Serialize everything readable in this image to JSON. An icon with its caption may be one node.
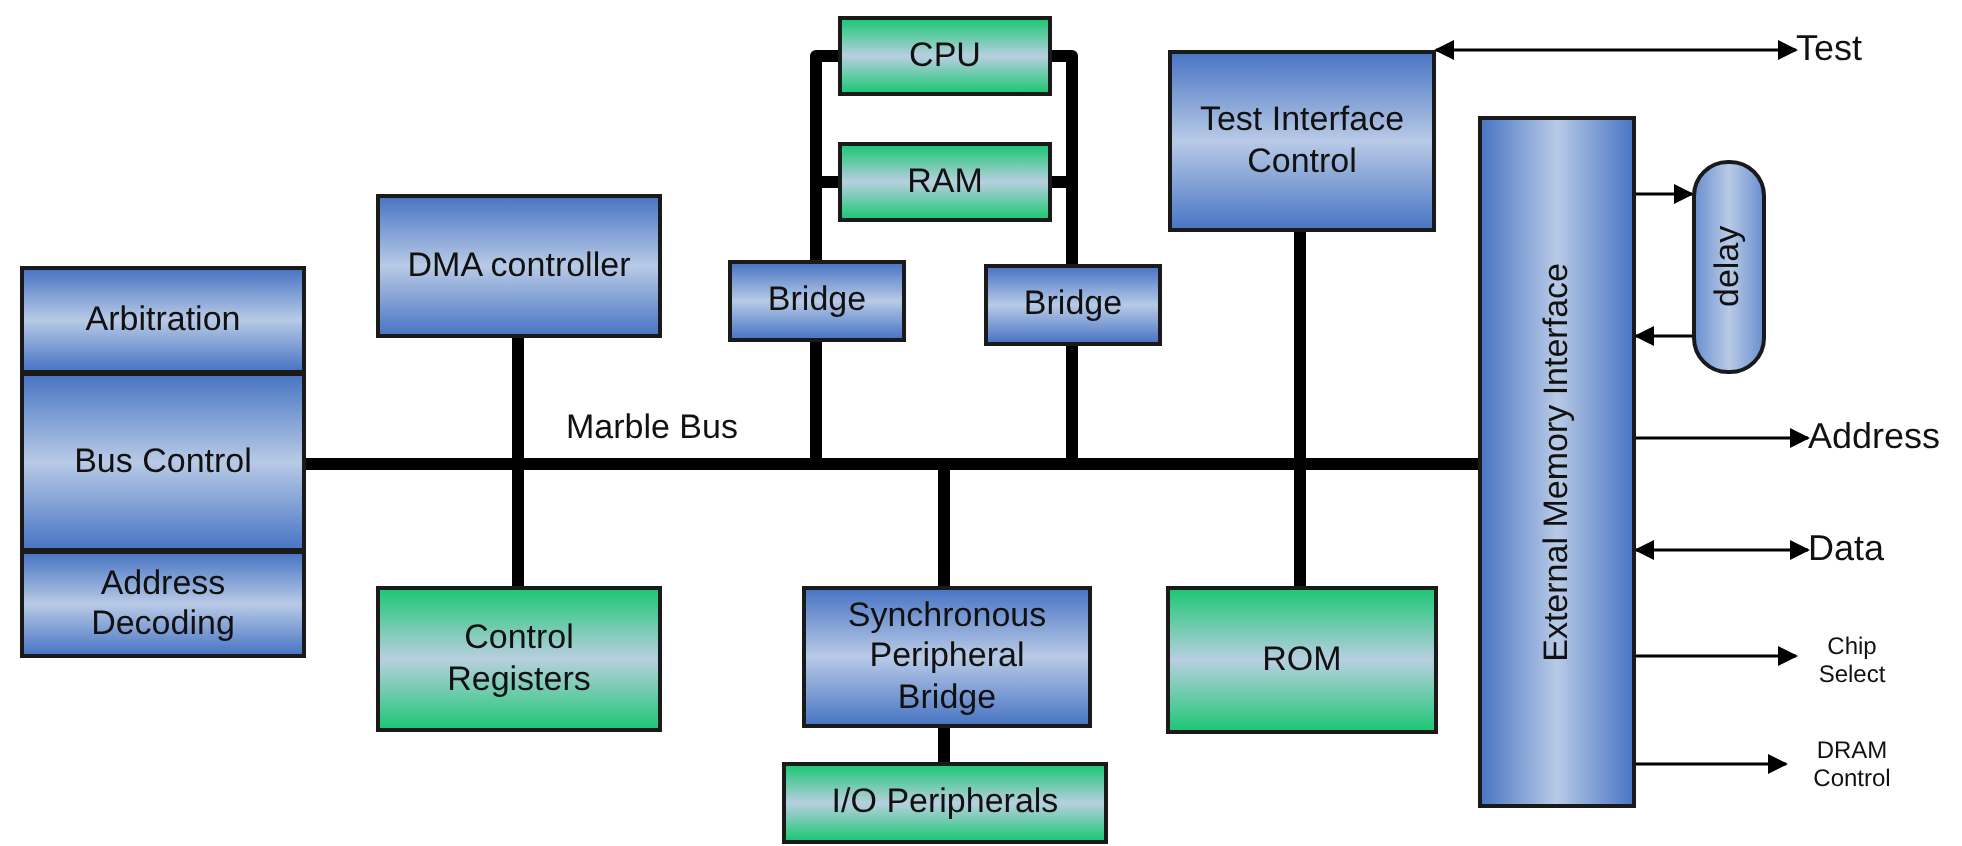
{
  "diagram": {
    "nodes": [
      {
        "text": [
          "Arbitration"
        ]
      },
      {
        "text": [
          "Bus Control"
        ]
      },
      {
        "text": [
          "Address Decoding"
        ]
      },
      {
        "text": [
          "DMA controller"
        ]
      },
      {
        "text": [
          "CPU"
        ]
      },
      {
        "text": [
          "RAM"
        ]
      },
      {
        "text": [
          "Bridge"
        ]
      },
      {
        "text": [
          "Bridge"
        ]
      },
      {
        "text": [
          "Test Interface Control"
        ]
      },
      {
        "text": [
          "External Memory Interface"
        ]
      },
      {
        "text": [
          "delay"
        ]
      },
      {
        "text": [
          "Marble Bus"
        ]
      },
      {
        "text": [
          "Control Registers"
        ]
      },
      {
        "text": [
          "Synchronous Peripheral Bridge"
        ]
      },
      {
        "text": [
          "I/O Peripherals"
        ]
      },
      {
        "text": [
          "ROM"
        ]
      },
      {
        "text": [
          "Test"
        ]
      },
      {
        "text": [
          "Address"
        ]
      },
      {
        "text": [
          "Data"
        ]
      },
      {
        "text": [
          "Chip Select"
        ]
      },
      {
        "text": [
          "DRAM Control"
        ]
      }
    ],
    "edges": [
      {
        "from": 4,
        "to": 6,
        "arrow": "none"
      },
      {
        "from": 5,
        "to": 6,
        "arrow": "none"
      },
      {
        "from": 4,
        "to": 7,
        "arrow": "none"
      },
      {
        "from": 5,
        "to": 7,
        "arrow": "none"
      },
      {
        "from": 1,
        "to": 11,
        "arrow": "none"
      },
      {
        "from": 3,
        "to": 11,
        "arrow": "none"
      },
      {
        "from": 11,
        "to": 12,
        "arrow": "none"
      },
      {
        "from": 6,
        "to": 11,
        "arrow": "none"
      },
      {
        "from": 7,
        "to": 11,
        "arrow": "none"
      },
      {
        "from": 11,
        "to": 13,
        "arrow": "none"
      },
      {
        "from": 13,
        "to": 14,
        "arrow": "none"
      },
      {
        "from": 8,
        "to": 11,
        "arrow": "none"
      },
      {
        "from": 11,
        "to": 15,
        "arrow": "none"
      },
      {
        "from": 11,
        "to": 9,
        "arrow": "none"
      },
      {
        "from": 8,
        "to": 16,
        "arrow": "both"
      },
      {
        "from": 9,
        "to": 10,
        "arrow": "to"
      },
      {
        "from": 10,
        "to": 9,
        "arrow": "to"
      },
      {
        "from": 9,
        "to": 17,
        "arrow": "to"
      },
      {
        "from": 9,
        "to": 18,
        "arrow": "both"
      },
      {
        "from": 9,
        "to": 19,
        "arrow": "to"
      },
      {
        "from": 9,
        "to": 20,
        "arrow": "to"
      }
    ]
  }
}
